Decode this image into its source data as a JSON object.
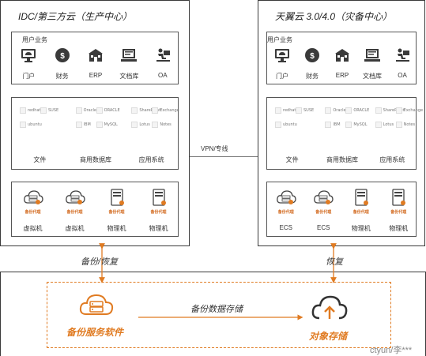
{
  "sites": {
    "left": {
      "title": "IDC/第三方云（生产中心）",
      "apps_title": "用户业务",
      "apps": [
        {
          "label": "门户",
          "icon": "portal-monitor-icon"
        },
        {
          "label": "财务",
          "icon": "finance-icon"
        },
        {
          "label": "ERP",
          "icon": "erp-building-icon"
        },
        {
          "label": "文档库",
          "icon": "document-library-icon"
        },
        {
          "label": "OA",
          "icon": "oa-desk-icon"
        }
      ],
      "software": [
        "文件",
        "商用数据库",
        "应用系统"
      ],
      "compute": [
        {
          "label": "虚拟机",
          "tag": "备份代理",
          "kind": "cloud"
        },
        {
          "label": "虚拟机",
          "tag": "备份代理",
          "kind": "cloud"
        },
        {
          "label": "物理机",
          "tag": "备份代理",
          "kind": "server"
        },
        {
          "label": "物理机",
          "tag": "备份代理",
          "kind": "server"
        }
      ]
    },
    "right": {
      "title": "天翼云 3.0/4.0（灾备中心）",
      "apps_title": "用户业务",
      "apps": [
        {
          "label": "门户",
          "icon": "portal-monitor-icon"
        },
        {
          "label": "财务",
          "icon": "finance-icon"
        },
        {
          "label": "ERP",
          "icon": "erp-building-icon"
        },
        {
          "label": "文档库",
          "icon": "document-library-icon"
        },
        {
          "label": "OA",
          "icon": "oa-desk-icon"
        }
      ],
      "software": [
        "文件",
        "商用数据库",
        "应用系统"
      ],
      "compute": [
        {
          "label": "ECS",
          "tag": "备份代理",
          "kind": "cloud"
        },
        {
          "label": "ECS",
          "tag": "备份代理",
          "kind": "cloud"
        },
        {
          "label": "物理机",
          "tag": "备份代理",
          "kind": "server"
        },
        {
          "label": "物理机",
          "tag": "备份代理",
          "kind": "server"
        }
      ]
    }
  },
  "logos": {
    "os": [
      "redhat",
      "SUSE",
      "ubuntu"
    ],
    "db": [
      "Oracle",
      "ORACLE",
      "IBM",
      "MySQL"
    ],
    "apps": [
      "SharePoint",
      "Exchange",
      "Lotus",
      "Notes"
    ]
  },
  "links": {
    "vpn": "VPN/专线",
    "backup_restore": "备份/恢复",
    "restore": "恢复",
    "data_storage": "备份数据存储"
  },
  "bottom": {
    "backup_software": "备份服务软件",
    "object_storage": "对象存储"
  },
  "watermark": "ctyun/李***",
  "colors": {
    "accent": "#e07b22",
    "line": "#555555"
  }
}
